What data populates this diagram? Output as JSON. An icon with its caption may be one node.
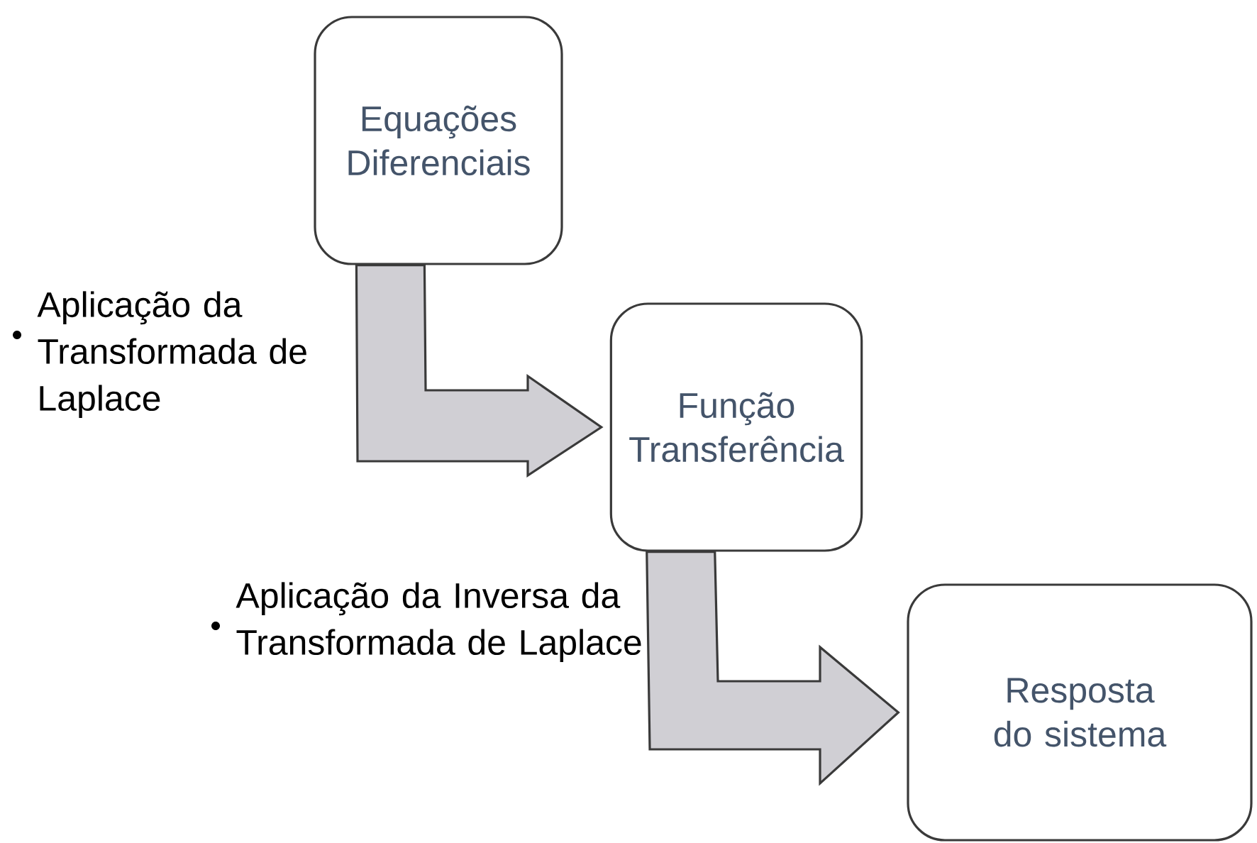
{
  "diagram": {
    "nodes": [
      {
        "text": [
          "Equações Diferenciais"
        ]
      },
      {
        "text": [
          "Função Transferência"
        ]
      },
      {
        "text": [
          "Resposta do sistema"
        ]
      }
    ],
    "edges": [
      {
        "from": 0,
        "to": 1,
        "arrow": "to",
        "label": "Aplicação da Transformada de Laplace"
      },
      {
        "from": 1,
        "to": 2,
        "arrow": "to",
        "label": "Aplicação da Inversa da Transformada de Laplace"
      }
    ]
  }
}
